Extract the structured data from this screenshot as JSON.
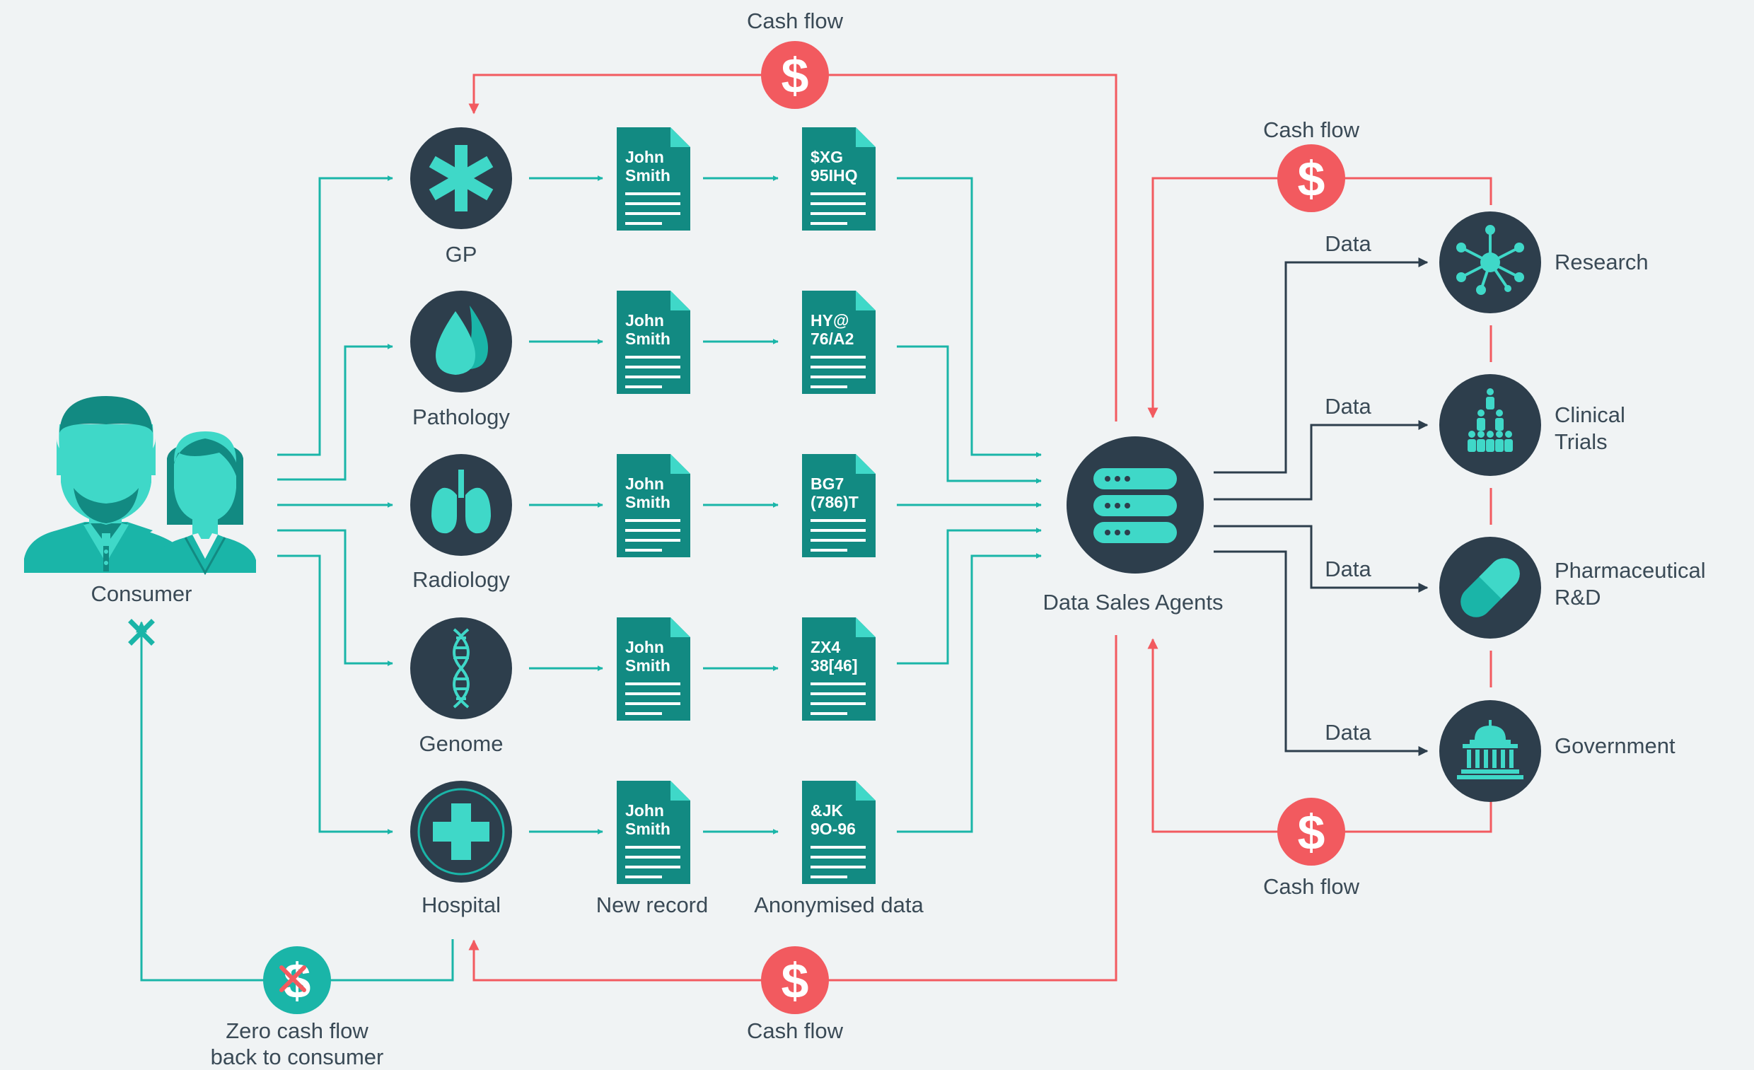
{
  "colors": {
    "teal": "#1ab5a8",
    "teal_dark": "#128a82",
    "teal_light": "#3fd8c8",
    "navy": "#2d3e4c",
    "red": "#f25a5f",
    "text": "#3a4a56",
    "background": "#f0f3f4"
  },
  "consumer": {
    "label": "Consumer",
    "blocked_icon": "x-icon"
  },
  "sources": [
    {
      "label": "GP",
      "icon": "asterisk-icon",
      "record_name": [
        "John",
        "Smith"
      ],
      "anon_code": [
        "$XG",
        "95IHQ"
      ]
    },
    {
      "label": "Pathology",
      "icon": "drop-icon",
      "record_name": [
        "John",
        "Smith"
      ],
      "anon_code": [
        "HY@",
        "76/A2"
      ]
    },
    {
      "label": "Radiology",
      "icon": "lungs-icon",
      "record_name": [
        "John",
        "Smith"
      ],
      "anon_code": [
        "BG7",
        "(786)T"
      ]
    },
    {
      "label": "Genome",
      "icon": "dna-icon",
      "record_name": [
        "John",
        "Smith"
      ],
      "anon_code": [
        "ZX4",
        "38[46]"
      ]
    },
    {
      "label": "Hospital",
      "icon": "hospital-cross-icon",
      "record_name": [
        "John",
        "Smith"
      ],
      "anon_code": [
        "&JK",
        "9O-96"
      ]
    }
  ],
  "column_labels": {
    "new_record": "New record",
    "anonymised": "Anonymised data"
  },
  "hub": {
    "label": "Data Sales Agents",
    "icon": "database-icon"
  },
  "buyers": [
    {
      "label": [
        "Research"
      ],
      "icon": "network-icon",
      "flow_label": "Data"
    },
    {
      "label": [
        "Clinical",
        "Trials"
      ],
      "icon": "people-pyramid-icon",
      "flow_label": "Data"
    },
    {
      "label": [
        "Pharmaceutical",
        "R&D"
      ],
      "icon": "capsule-icon",
      "flow_label": "Data"
    },
    {
      "label": [
        "Government"
      ],
      "icon": "government-building-icon",
      "flow_label": "Data"
    }
  ],
  "cash_flows": {
    "top": "Cash flow",
    "bottom": "Cash flow",
    "right_top": "Cash flow",
    "right_bottom": "Cash flow",
    "symbol": "$"
  },
  "zero_cash": {
    "line1": "Zero cash flow",
    "line2": "back to consumer",
    "symbol": "$"
  }
}
